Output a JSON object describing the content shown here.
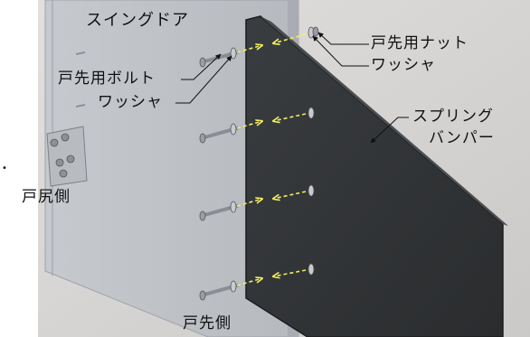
{
  "labels": {
    "swing_door": "スイングドア",
    "door_nut": "戸先用ナット",
    "washer_right": "ワッシャ",
    "door_bolt": "戸先用ボルト",
    "washer_left": "ワッシャ",
    "spring_bumper_line1": "スプリング",
    "spring_bumper_line2": "バンパー",
    "hinge_side": "戸尻側",
    "leading_side": "戸先側",
    "edge_mark": "•"
  },
  "colors": {
    "background": "#d3d1cf",
    "door_panel": "#bcbfc4",
    "door_edge": "#a9adb3",
    "bumper": "#303336",
    "bumper_edge": "#1b1d1f",
    "guide_arrow": "#f3ee62",
    "leader_line": "#111111"
  }
}
